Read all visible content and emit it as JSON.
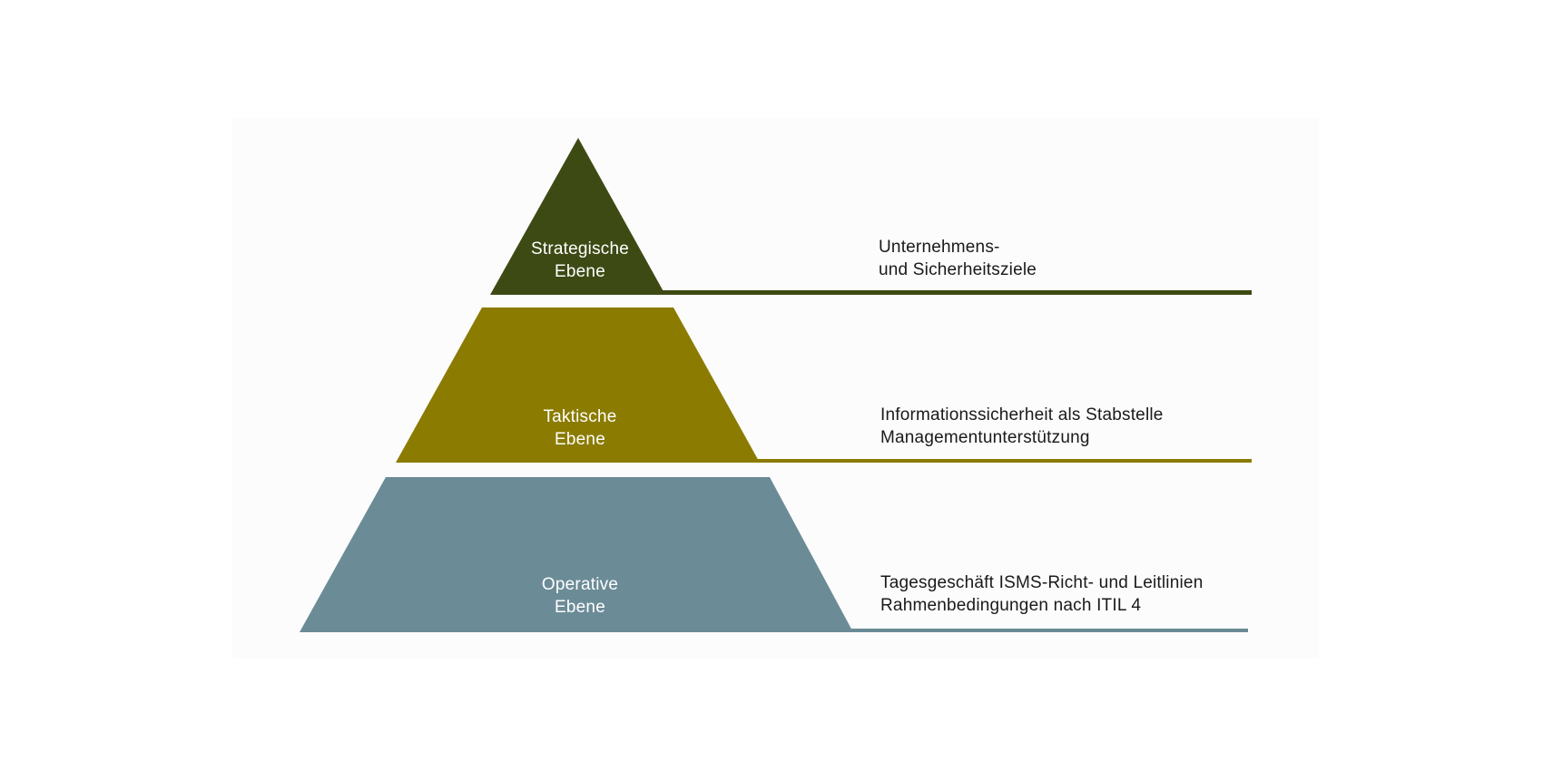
{
  "levels": [
    {
      "id": "strategic",
      "label_line1": "Strategische",
      "label_line2": "Ebene",
      "desc_line1": "Unternehmens-",
      "desc_line2": "und Sicherheitsziele",
      "color": "#3d4a14"
    },
    {
      "id": "tactical",
      "label_line1": "Taktische",
      "label_line2": "Ebene",
      "desc_line1": "Informationssicherheit als Stabstelle",
      "desc_line2": "Managementunterstützung",
      "color": "#8b7b00"
    },
    {
      "id": "operative",
      "label_line1": "Operative",
      "label_line2": "Ebene",
      "desc_line1": "Tagesgeschäft ISMS-Richt- und Leitlinien",
      "desc_line2": "Rahmenbedingungen nach ITIL 4",
      "color": "#6b8b97"
    }
  ]
}
